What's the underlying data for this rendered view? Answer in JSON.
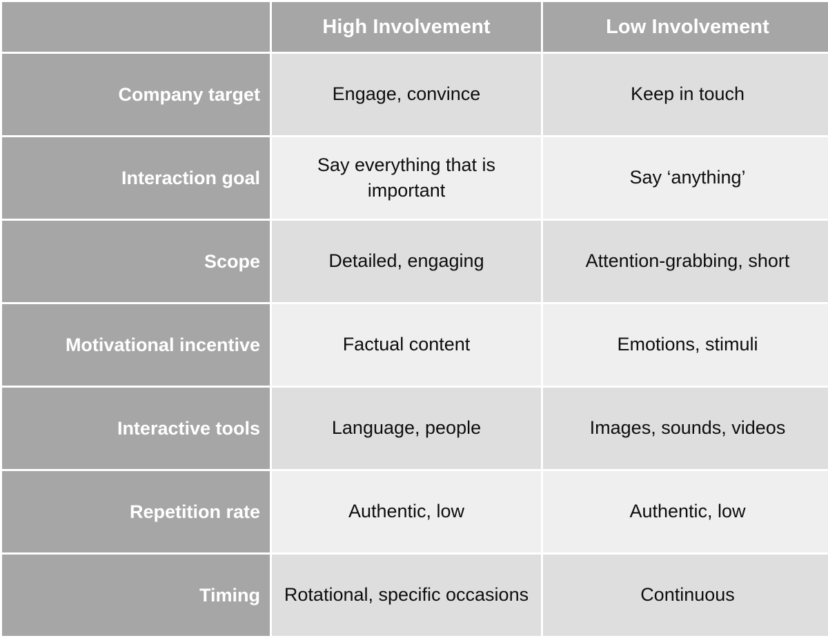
{
  "table": {
    "corner_label": "",
    "columns": [
      {
        "key": "high",
        "label": "High Involvement"
      },
      {
        "key": "low",
        "label": "Low Involvement"
      }
    ],
    "rows": [
      {
        "label": "Company target",
        "high": "Engage, convince",
        "low": "Keep in touch"
      },
      {
        "label": "Interaction goal",
        "high": "Say everything that is important",
        "low": "Say ‘anything’"
      },
      {
        "label": "Scope",
        "high": "Detailed, engaging",
        "low": "Attention-grabbing, short"
      },
      {
        "label": "Motivational incentive",
        "high": "Factual content",
        "low": "Emotions, stimuli"
      },
      {
        "label": "Interactive tools",
        "high": "Language, people",
        "low": "Images, sounds, videos"
      },
      {
        "label": "Repetition rate",
        "high": "Authentic, low",
        "low": "Authentic, low"
      },
      {
        "label": "Timing",
        "high": "Rotational, specific occasions",
        "low": "Continuous"
      }
    ]
  },
  "colors": {
    "header_background": "#a6a6a6",
    "row_label_background": "#a6a6a6",
    "header_text": "#ffffff",
    "row_shade_dark": "#dedede",
    "row_shade_light": "#efefef",
    "cell_text": "#0d0d0d",
    "gridline": "#ffffff"
  }
}
